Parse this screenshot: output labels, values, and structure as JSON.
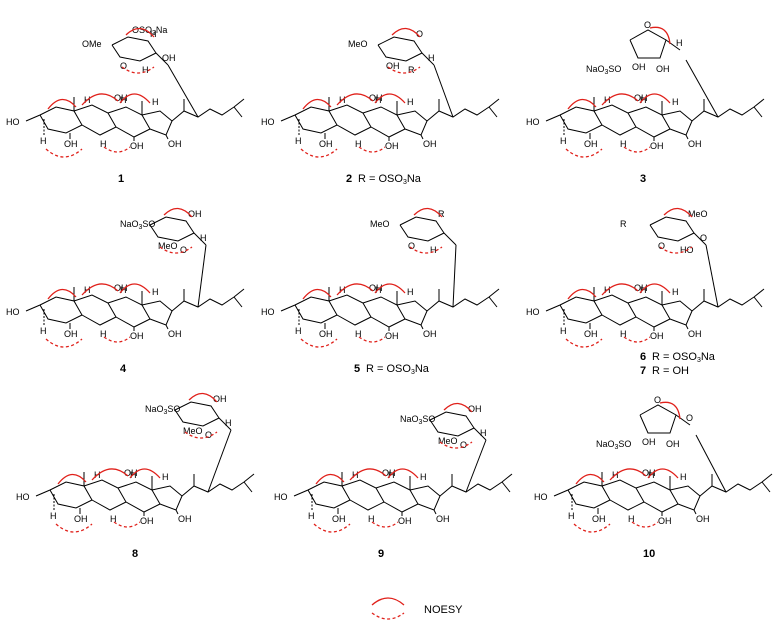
{
  "compounds": [
    {
      "id": "c1",
      "number": "1",
      "r_caption": "",
      "sugar_type": "pyranose",
      "labels": [
        "OMe",
        "O",
        "H",
        "H",
        "OH",
        "OSO3Na"
      ]
    },
    {
      "id": "c2",
      "number": "2",
      "r_caption": "R = OSO3Na",
      "sugar_type": "pyranose",
      "labels": [
        "MeO",
        "OH",
        "O",
        "R",
        "H"
      ]
    },
    {
      "id": "c3",
      "number": "3",
      "r_caption": "",
      "sugar_type": "furanose",
      "labels": [
        "O",
        "NaO3SO",
        "OH",
        "OH",
        "H"
      ]
    },
    {
      "id": "c4",
      "number": "4",
      "r_caption": "",
      "sugar_type": "pyranose",
      "labels": [
        "NaO3SO",
        "MeO",
        "OH",
        "O",
        "H"
      ]
    },
    {
      "id": "c5",
      "number": "5",
      "r_caption": "R = OSO3Na",
      "sugar_type": "pyranose",
      "labels": [
        "MeO",
        "O",
        "R",
        "H"
      ]
    },
    {
      "id": "c6",
      "number": "6",
      "r_caption": "R = OSO3Na",
      "number2": "7",
      "r_caption2": "R = OH",
      "sugar_type": "pyranose",
      "labels": [
        "R",
        "O",
        "MeO",
        "HO",
        "O"
      ]
    },
    {
      "id": "c8",
      "number": "8",
      "r_caption": "",
      "sugar_type": "pyranose",
      "labels": [
        "NaO3SO",
        "MeO",
        "OH",
        "O",
        "H"
      ]
    },
    {
      "id": "c9",
      "number": "9",
      "r_caption": "",
      "sugar_type": "pyranose",
      "labels": [
        "NaO3SO",
        "MeO",
        "OH",
        "O",
        "H"
      ]
    },
    {
      "id": "c10",
      "number": "10",
      "r_caption": "",
      "sugar_type": "furanose",
      "labels": [
        "O",
        "NaO3SO",
        "OH",
        "OH",
        "O"
      ]
    }
  ],
  "common_labels": {
    "ho": "HO",
    "h": "H",
    "oh": "OH"
  },
  "legend": {
    "label": "NOESY"
  },
  "colors": {
    "noesy": "#e0201a",
    "bond": "#000000"
  }
}
